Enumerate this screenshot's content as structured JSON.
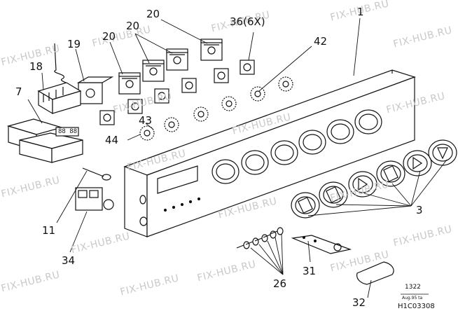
{
  "watermark": "FIX-HUB.RU",
  "callouts": {
    "c1": "1",
    "c3": "3",
    "c7": "7",
    "c11": "11",
    "c18": "18",
    "c19": "19",
    "c20a": "20",
    "c20b": "20",
    "c20c": "20",
    "c26": "26",
    "c31": "31",
    "c32": "32",
    "c34": "34",
    "c36": "36(6X)",
    "c42": "42",
    "c43": "43",
    "c44": "44"
  },
  "stamp": {
    "number": "1322",
    "date": "Aug.95 ta",
    "drawing_id": "H1C03308"
  },
  "display_text": "88 88"
}
